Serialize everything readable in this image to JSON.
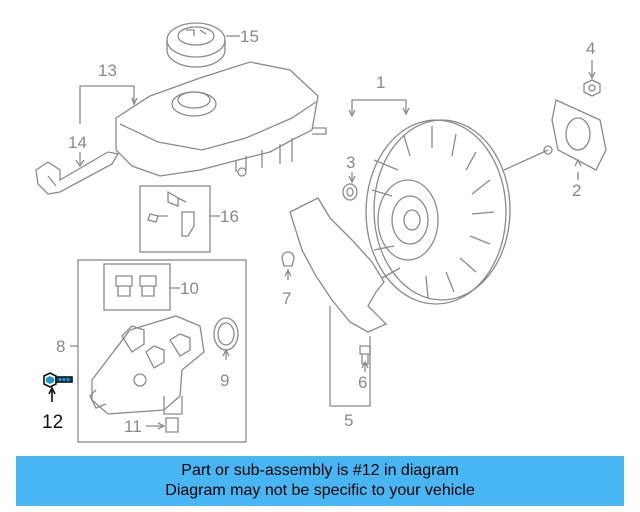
{
  "callouts": {
    "c1": "1",
    "c2": "2",
    "c3": "3",
    "c4": "4",
    "c5": "5",
    "c6": "6",
    "c7": "7",
    "c8": "8",
    "c9": "9",
    "c10": "10",
    "c11": "11",
    "c12": "12",
    "c13": "13",
    "c14": "14",
    "c15": "15",
    "c16": "16"
  },
  "highlight_color": "#1a9bd9",
  "banner": {
    "line1": "Part or sub-assembly is #12 in diagram",
    "line2": "Diagram may not be specific to your vehicle",
    "background": "#48b6f2"
  }
}
